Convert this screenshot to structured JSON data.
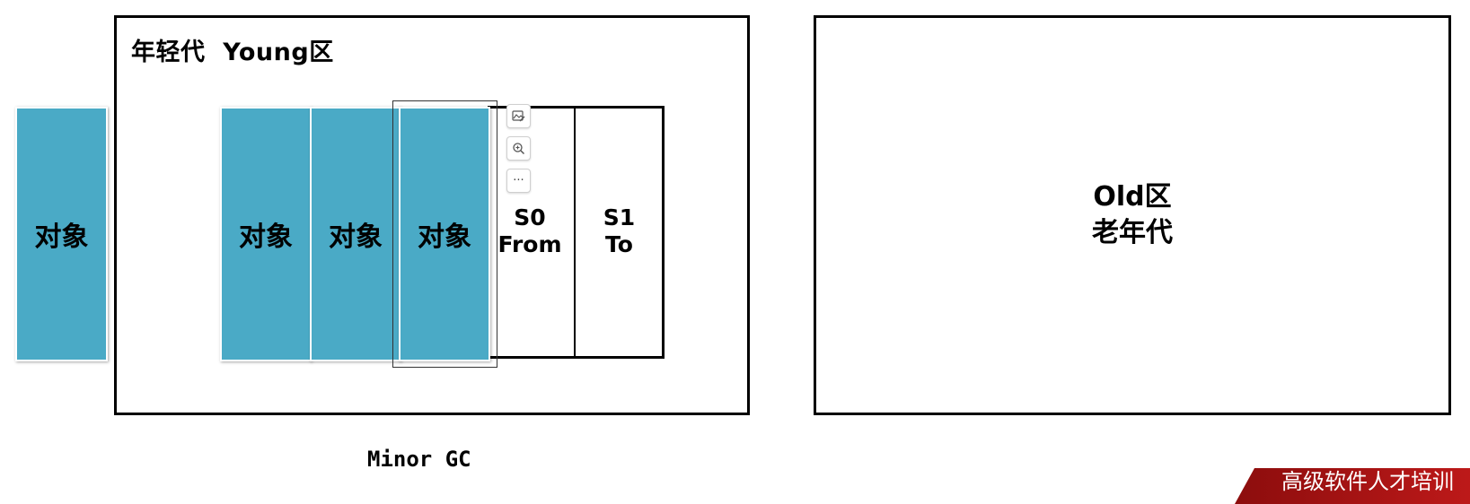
{
  "young_generation": {
    "title": "年轻代  Young区"
  },
  "objects": [
    {
      "label": "对象"
    },
    {
      "label": "对象"
    },
    {
      "label": "对象"
    },
    {
      "label": "对象"
    }
  ],
  "survivor_spaces": [
    {
      "line1": "S0",
      "line2": "From"
    },
    {
      "line1": "S1",
      "line2": "To"
    }
  ],
  "old_generation": {
    "line1": "Old区",
    "line2": "老年代"
  },
  "caption": "Minor GC",
  "banner": "高级软件人才培训",
  "toolbar": {
    "icons": [
      "image-edit-icon",
      "zoom-in-icon",
      "more-icon"
    ],
    "more_glyph": "···"
  },
  "colors": {
    "object_fill": "#4aaac6",
    "banner": "#b01515"
  }
}
